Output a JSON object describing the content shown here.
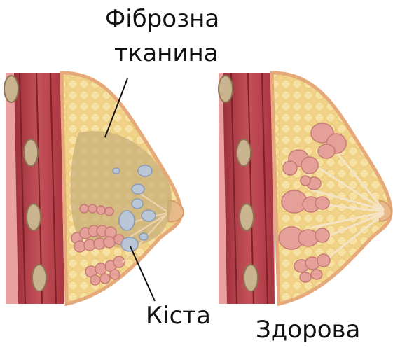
{
  "labels": {
    "fibrous_line1": "Фіброзна",
    "fibrous_line2": "тканина",
    "cyst": "Кіста",
    "healthy": "Здорова"
  },
  "colors": {
    "muscle": "#b8414a",
    "muscle_dark": "#8f2a34",
    "fat": "#f1d48a",
    "skin": "#f3c99a",
    "rib": "#c9b48f",
    "lobule": "#e6a09a",
    "fibrous": "#c8b07a",
    "cyst": "#b8c6d8"
  }
}
